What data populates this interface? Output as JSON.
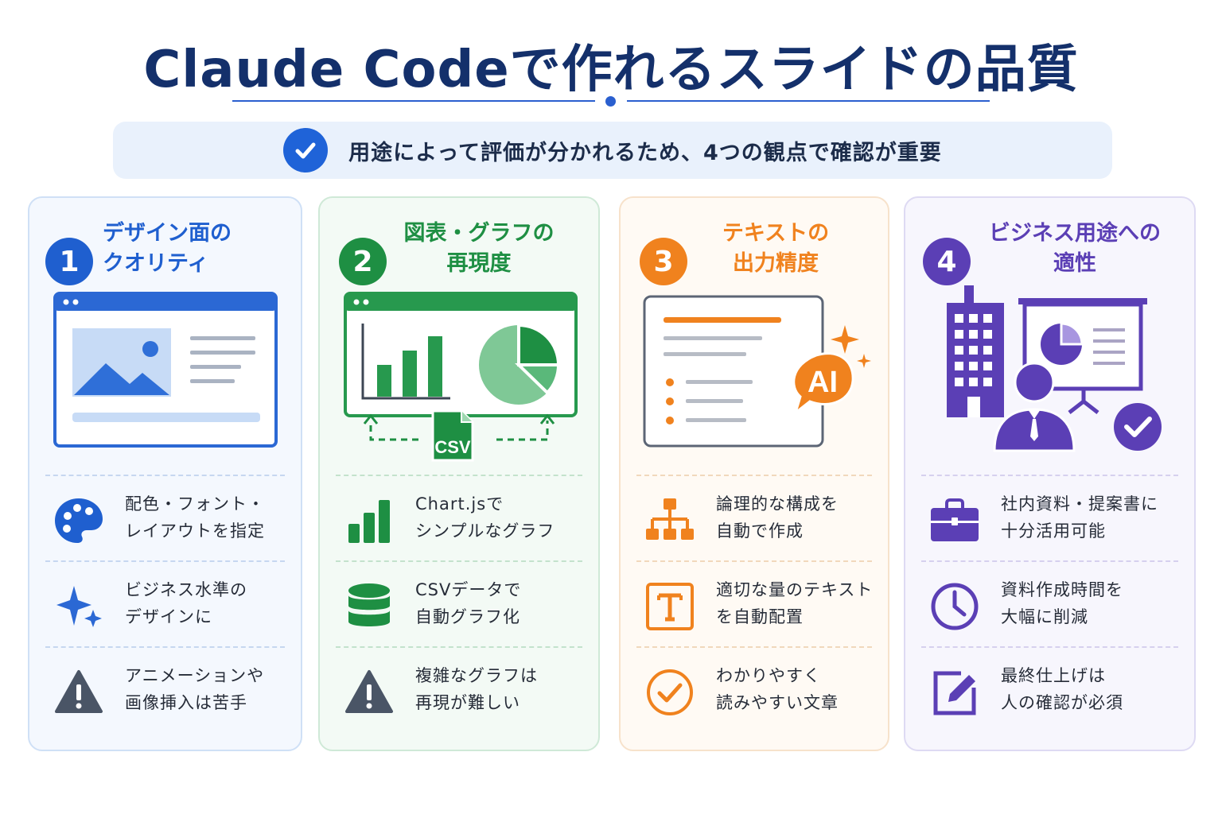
{
  "title": "Claude Codeで作れるスライドの品質",
  "banner": {
    "text": "用途によって評価が分かれるため、4つの観点で確認が重要"
  },
  "cards": [
    {
      "number": "1",
      "title": "デザイン面の\nクオリティ",
      "accent": "#1f5fcf",
      "items": [
        {
          "icon": "palette-icon",
          "text": "配色・フォント・\nレイアウトを指定"
        },
        {
          "icon": "sparkle-icon",
          "text": "ビジネス水準の\nデザインに"
        },
        {
          "icon": "warning-icon",
          "text": "アニメーションや\n画像挿入は苦手"
        }
      ]
    },
    {
      "number": "2",
      "title": "図表・グラフの\n再現度",
      "accent": "#1e8f43",
      "csv_label": "CSV",
      "items": [
        {
          "icon": "bar-chart-icon",
          "text": "Chart.jsで\nシンプルなグラフ"
        },
        {
          "icon": "database-icon",
          "text": "CSVデータで\n自動グラフ化"
        },
        {
          "icon": "warning-icon",
          "text": "複雑なグラフは\n再現が難しい"
        }
      ]
    },
    {
      "number": "3",
      "title": "テキストの\n出力精度",
      "accent": "#f0821e",
      "ai_label": "AI",
      "items": [
        {
          "icon": "hierarchy-icon",
          "text": "論理的な構成を\n自動で作成"
        },
        {
          "icon": "text-box-icon",
          "text": "適切な量のテキスト\nを自動配置"
        },
        {
          "icon": "check-circle-icon",
          "text": "わかりやすく\n読みやすい文章"
        }
      ]
    },
    {
      "number": "4",
      "title": "ビジネス用途への\n適性",
      "accent": "#5b3fb5",
      "items": [
        {
          "icon": "briefcase-icon",
          "text": "社内資料・提案書に\n十分活用可能"
        },
        {
          "icon": "clock-icon",
          "text": "資料作成時間を\n大幅に削減"
        },
        {
          "icon": "edit-icon",
          "text": "最終仕上げは\n人の確認が必須"
        }
      ]
    }
  ]
}
